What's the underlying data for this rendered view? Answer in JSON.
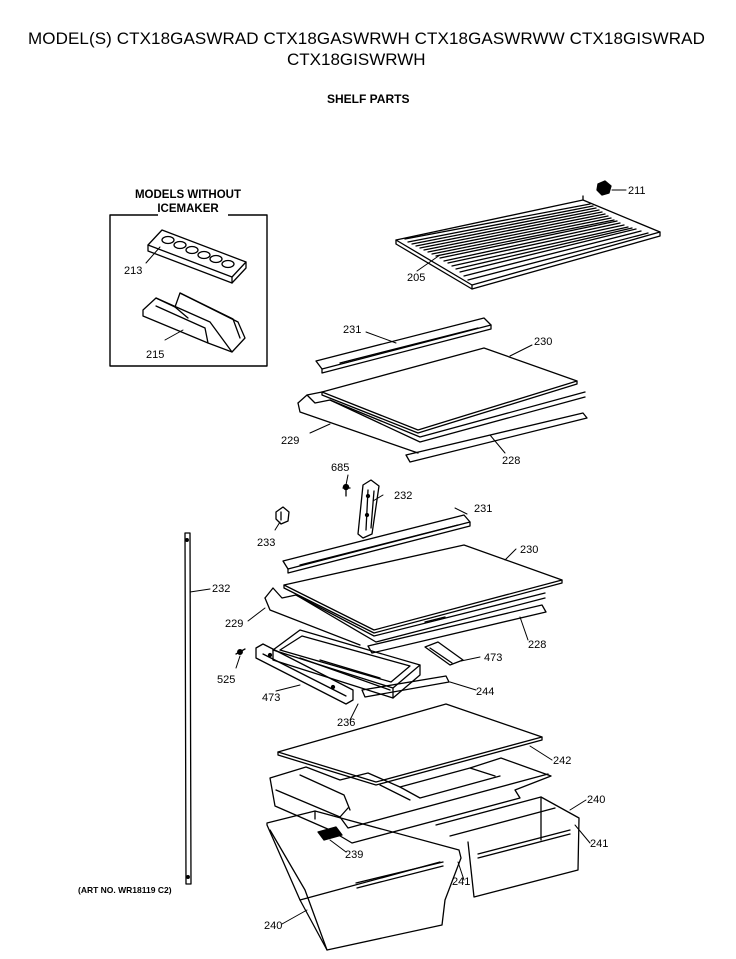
{
  "header": {
    "models_line1": "MODEL(S) CTX18GASWRAD  CTX18GASWRWH  CTX18GASWRWW  CTX18GISWRAD",
    "models_line2": "CTX18GISWRWH",
    "subtitle": "SHELF PARTS"
  },
  "inset": {
    "title_line1": "MODELS WITHOUT",
    "title_line2": "ICEMAKER"
  },
  "art_number": "(ART NO. WR18119 C2)",
  "callouts": [
    {
      "id": "c211",
      "label": "211"
    },
    {
      "id": "c205",
      "label": "205"
    },
    {
      "id": "c213",
      "label": "213"
    },
    {
      "id": "c215",
      "label": "215"
    },
    {
      "id": "c231a",
      "label": "231"
    },
    {
      "id": "c230a",
      "label": "230"
    },
    {
      "id": "c229a",
      "label": "229"
    },
    {
      "id": "c228a",
      "label": "228"
    },
    {
      "id": "c685",
      "label": "685"
    },
    {
      "id": "c232a",
      "label": "232"
    },
    {
      "id": "c231b",
      "label": "231"
    },
    {
      "id": "c233",
      "label": "233"
    },
    {
      "id": "c230b",
      "label": "230"
    },
    {
      "id": "c232b",
      "label": "232"
    },
    {
      "id": "c229b",
      "label": "229"
    },
    {
      "id": "c228b",
      "label": "228"
    },
    {
      "id": "c473a",
      "label": "473"
    },
    {
      "id": "c525",
      "label": "525"
    },
    {
      "id": "c244",
      "label": "244"
    },
    {
      "id": "c473b",
      "label": "473"
    },
    {
      "id": "c236",
      "label": "236"
    },
    {
      "id": "c242",
      "label": "242"
    },
    {
      "id": "c240a",
      "label": "240"
    },
    {
      "id": "c241a",
      "label": "241"
    },
    {
      "id": "c239",
      "label": "239"
    },
    {
      "id": "c241b",
      "label": "241"
    },
    {
      "id": "c240b",
      "label": "240"
    }
  ]
}
